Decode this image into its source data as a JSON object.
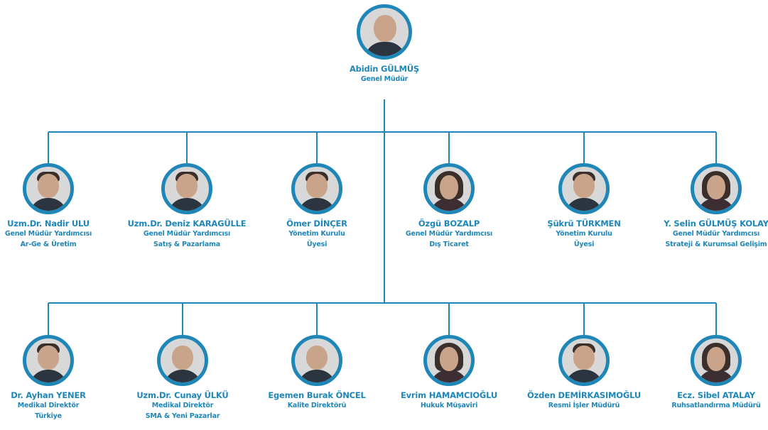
{
  "colors": {
    "accent": "#1f86b8",
    "line": "#1f86b8"
  },
  "top": {
    "name": "Abidin GÜLMÜŞ",
    "title": "Genel Müdür"
  },
  "row1": [
    {
      "name": "Uzm.Dr. Nadir ULU",
      "titles": [
        "Genel Müdür Yardımcısı",
        "Ar-Ge & Üretim"
      ],
      "avatar": "male"
    },
    {
      "name": "Uzm.Dr. Deniz KARAGÜLLE",
      "titles": [
        "Genel Müdür Yardımcısı",
        "Satış & Pazarlama"
      ],
      "avatar": "male"
    },
    {
      "name": "Ömer DİNÇER",
      "titles": [
        "Yönetim Kurulu",
        "Üyesi"
      ],
      "avatar": "male"
    },
    {
      "name": "Özgü BOZALP",
      "titles": [
        "Genel Müdür Yardımcısı",
        "Dış Ticaret"
      ],
      "avatar": "female"
    },
    {
      "name": "Şükrü TÜRKMEN",
      "titles": [
        "Yönetim Kurulu",
        "Üyesi"
      ],
      "avatar": "male"
    },
    {
      "name": "Y. Selin GÜLMÜŞ KOLAY",
      "titles": [
        "Genel Müdür Yardımcısı",
        "Strateji & Kurumsal Gelişim"
      ],
      "avatar": "female"
    }
  ],
  "row2": [
    {
      "name": "Dr. Ayhan YENER",
      "titles": [
        "Medikal Direktör",
        "Türkiye"
      ],
      "avatar": "male"
    },
    {
      "name": "Uzm.Dr. Cunay ÜLKÜ",
      "titles": [
        "Medikal Direktör",
        "SMA & Yeni Pazarlar"
      ],
      "avatar": "bald"
    },
    {
      "name": "Egemen Burak ÖNCEL",
      "titles": [
        "Kalite Direktörü"
      ],
      "avatar": "bald"
    },
    {
      "name": "Evrim HAMAMCIOĞLU",
      "titles": [
        "Hukuk Müşaviri"
      ],
      "avatar": "female"
    },
    {
      "name": "Özden DEMİRKASIMOĞLU",
      "titles": [
        "Resmi İşler Müdürü"
      ],
      "avatar": "male"
    },
    {
      "name": "Ecz. Sibel ATALAY",
      "titles": [
        "Ruhsatlandırma Müdürü"
      ],
      "avatar": "female"
    }
  ]
}
